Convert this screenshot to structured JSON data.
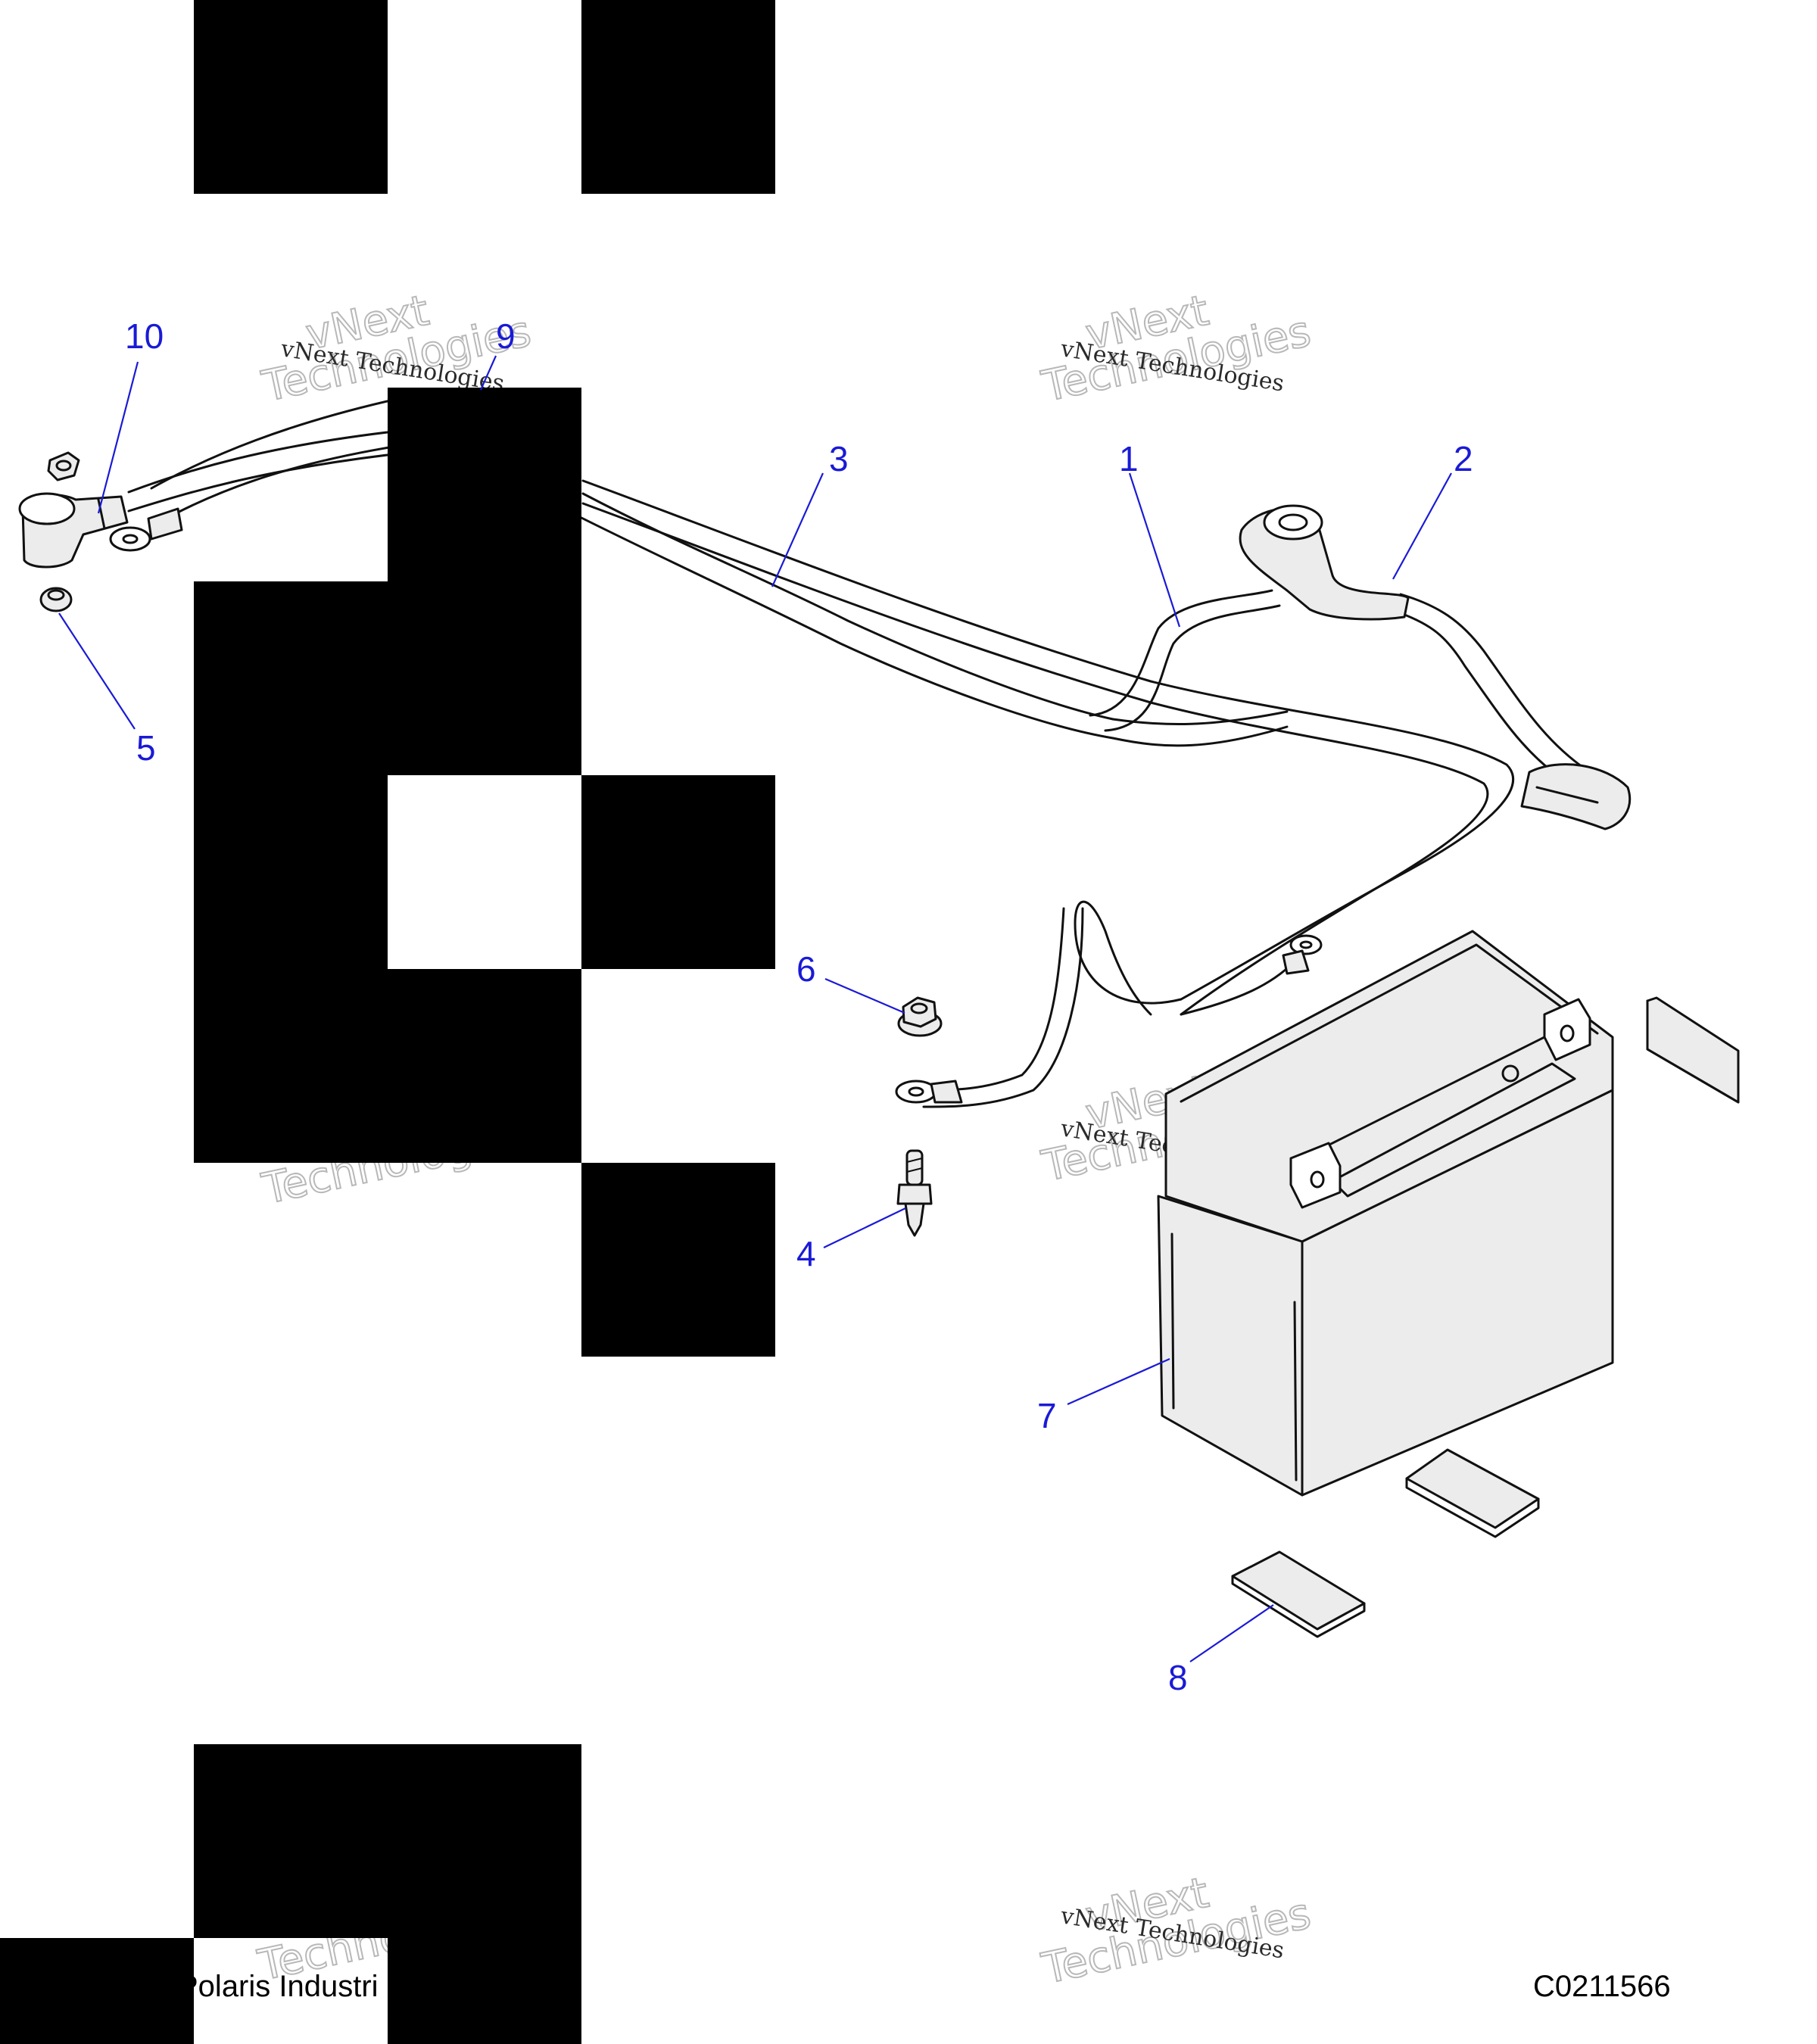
{
  "callouts": [
    {
      "id": "1",
      "label": "1"
    },
    {
      "id": "2",
      "label": "2"
    },
    {
      "id": "3",
      "label": "3"
    },
    {
      "id": "4",
      "label": "4"
    },
    {
      "id": "5",
      "label": "5"
    },
    {
      "id": "6",
      "label": "6"
    },
    {
      "id": "7",
      "label": "7"
    },
    {
      "id": "8",
      "label": "8"
    },
    {
      "id": "9",
      "label": "9"
    },
    {
      "id": "10",
      "label": "10"
    }
  ],
  "watermark": {
    "line_small": "vNext Technologies",
    "line_large_1": "vNext",
    "line_large_2": "Technologies"
  },
  "footer": {
    "copyright": "Polaris Industri",
    "drawing_number": "C0211566"
  },
  "colors": {
    "callout": "#1a1ad6",
    "redaction": "#000000"
  }
}
